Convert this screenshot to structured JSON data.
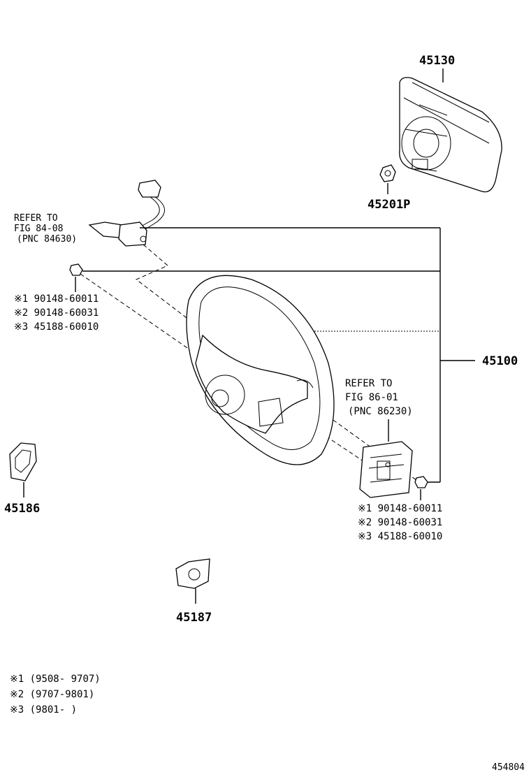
{
  "parts": {
    "airbag": "45130",
    "airbag_nut": "45201P",
    "wheel": "45100",
    "cover_left": "45186",
    "cover_lower": "45187"
  },
  "refer_left": {
    "line1": "REFER TO",
    "line2": "FIG 84-08",
    "line3": "(PNC 84630)"
  },
  "refer_right": {
    "line1": "REFER TO",
    "line2": "FIG 86-01",
    "line3": "(PNC 86230)"
  },
  "bolts_left": [
    "※1 90148-60011",
    "※2 90148-60031",
    "※3 45188-60010"
  ],
  "bolts_right": [
    "※1 90148-60011",
    "※2 90148-60031",
    "※3 45188-60010"
  ],
  "legend": [
    "※1 (9508- 9707)",
    "※2 (9707-9801)",
    "※3 (9801-        )"
  ],
  "figure_id": "454804"
}
